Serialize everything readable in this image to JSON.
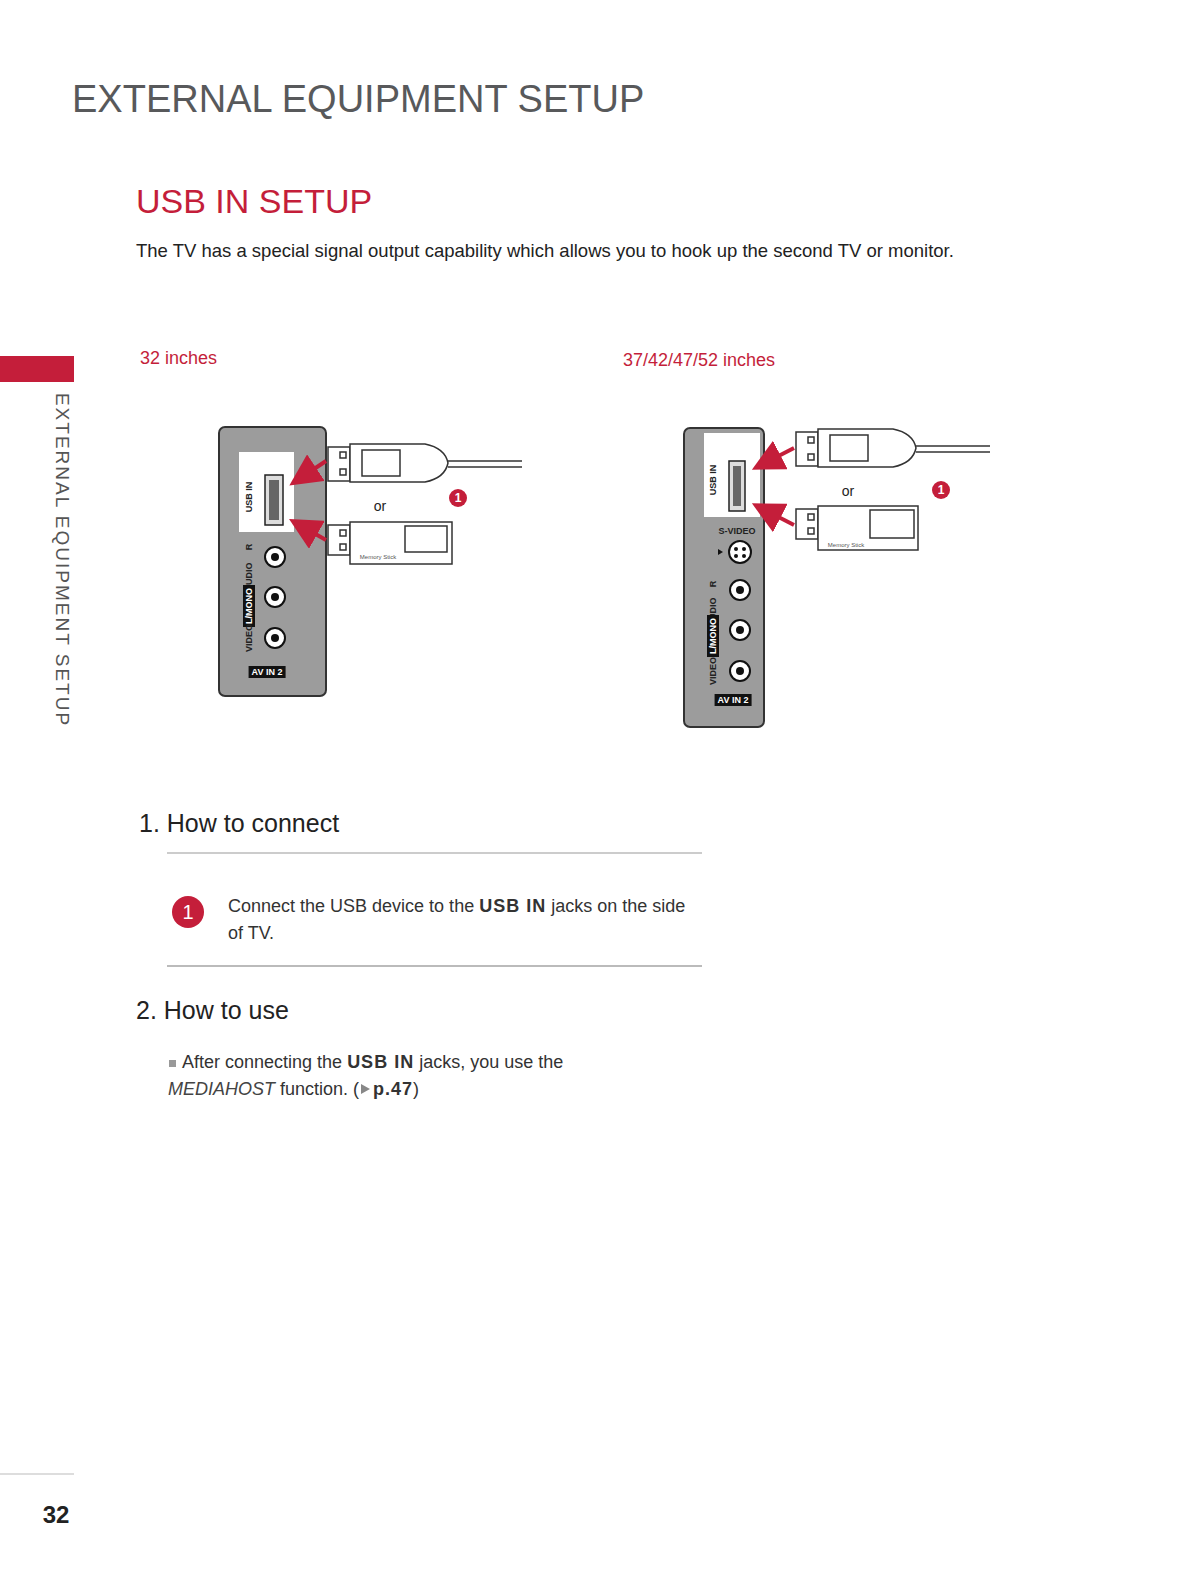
{
  "diagram": {
    "title": "EXTERNAL EQUIPMENT SETUP",
    "labels": [
      "USB IN SETUP",
      "The TV has a special signal output capability which allows you to hook up the second TV or monitor.",
      "EXTERNAL EQUIPMENT SETUP",
      "32 inches",
      "37/42/47/52 inches",
      "USB IN",
      "AUDIO",
      "R",
      "L/MONO",
      "VIDEO",
      "AV IN 2",
      "or",
      "1",
      "Memory Stick",
      "USB IN",
      "S-VIDEO",
      "AUDIO",
      "R",
      "L/MONO",
      "VIDEO",
      "AV IN 2",
      "or",
      "1",
      "Memory Stick",
      "1. How to connect",
      "1",
      "Connect the USB device to the",
      "USB IN",
      "jacks on the side of TV.",
      "2. How to use",
      "After connecting the",
      "USB IN",
      "jacks, you use the",
      "MEDIAHOST",
      "function. (",
      "p.47",
      ")",
      "32"
    ]
  }
}
